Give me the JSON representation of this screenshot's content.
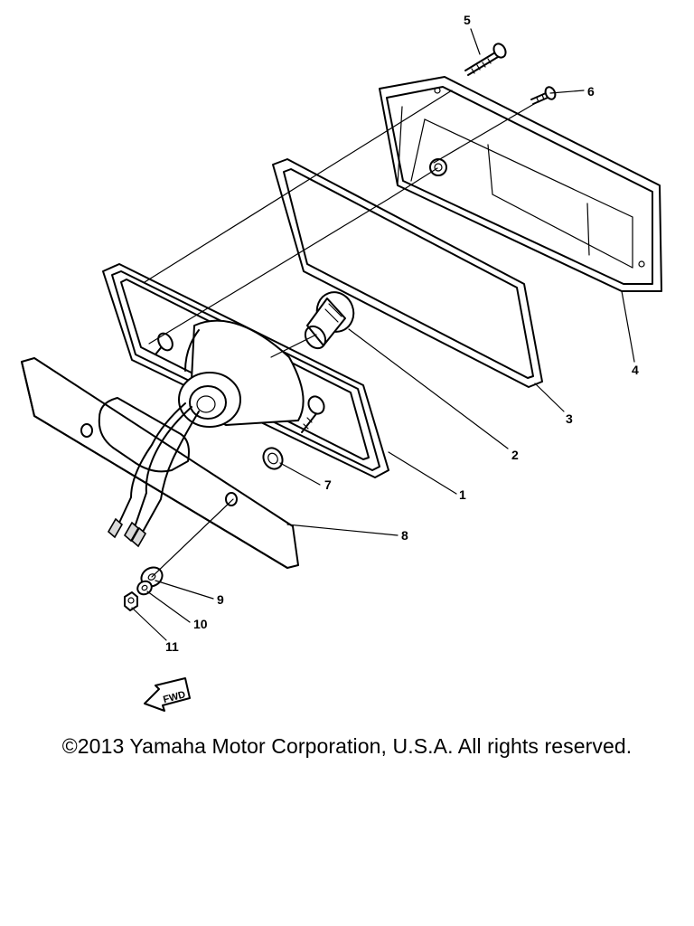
{
  "diagram": {
    "callouts": {
      "p1": "1",
      "p2": "2",
      "p3": "3",
      "p4": "4",
      "p5": "5",
      "p6": "6",
      "p7": "7",
      "p8": "8",
      "p9": "9",
      "p10": "10",
      "p11": "11"
    },
    "fwd_marker": "FWD"
  },
  "footer": {
    "copyright": "©2013 Yamaha Motor Corporation, U.S.A. All rights reserved."
  }
}
